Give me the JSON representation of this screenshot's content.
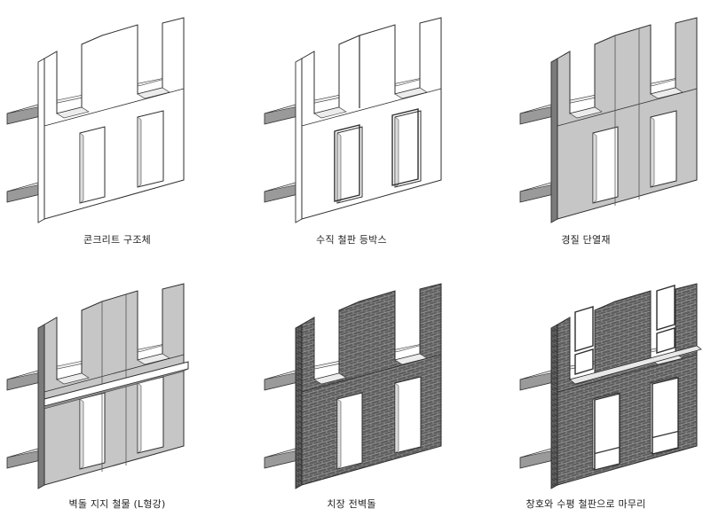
{
  "panels": [
    {
      "caption": "콘크리트 구조체",
      "stage": "concrete"
    },
    {
      "caption": "수직 철판 등박스",
      "stage": "frames"
    },
    {
      "caption": "경질 단열재",
      "stage": "insulation"
    },
    {
      "caption": "벽돌 지지 철물 (L형강)",
      "stage": "angle"
    },
    {
      "caption": "치장 전벽돌",
      "stage": "brick"
    },
    {
      "caption": "창호와 수평 철판으로 마무리",
      "stage": "finish"
    }
  ],
  "colors": {
    "line": "#2e2e2e",
    "slab_top": "#ececec",
    "slab_side": "#9a9a9a",
    "wall_white": "#ffffff",
    "insulation": "#c6c6c6",
    "insulation_side": "#7b7b7b",
    "brick": "#5c5c5c",
    "mortar": "#9b9b9b",
    "glass": "#ffffff"
  }
}
